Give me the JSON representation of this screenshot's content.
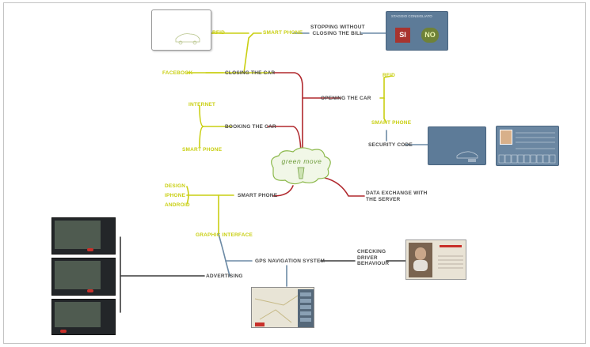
{
  "center": {
    "logo_text": "green move"
  },
  "nodes": {
    "closing": "CLOSING THE CAR",
    "facebook": "FACEBOOK",
    "smart_phone_top": "SMART PHONE",
    "rfid_top": "RFID",
    "stopping": "STOPPING WITHOUT\nCLOSING THE BILL",
    "opening": "OPENING THE CAR",
    "rfid_right": "RFID",
    "smart_phone_right": "SMART PHONE",
    "security_code": "SECURITY CODE",
    "booking": "BOOKING THE CAR",
    "internet": "INTERNET",
    "smart_phone_booking": "SMART PHONE",
    "data_exchange": "DATA EXCHANGE WITH\nTHE SERVER",
    "smart_phone_left": "SMART PHONE",
    "design": "DESIGN",
    "iphone": "IPHONE",
    "android": "ANDROID",
    "graphic_interface": "GRAPHIC INTERFACE",
    "gps": "GPS NAVIGATION SYSTEM",
    "checking": "CHECKING\nDRIVER\nBEHAVIOUR",
    "advertising": "ADVERTISING"
  },
  "dialog": {
    "title": "STAGGIO CONSIGLIATO",
    "si": "SI",
    "no": "NO"
  },
  "colors": {
    "yellow": "#c9cf12",
    "red": "#b0282d",
    "blue": "#6c8aa5",
    "dark": "#3c3c3c",
    "green": "#7fa84a"
  }
}
